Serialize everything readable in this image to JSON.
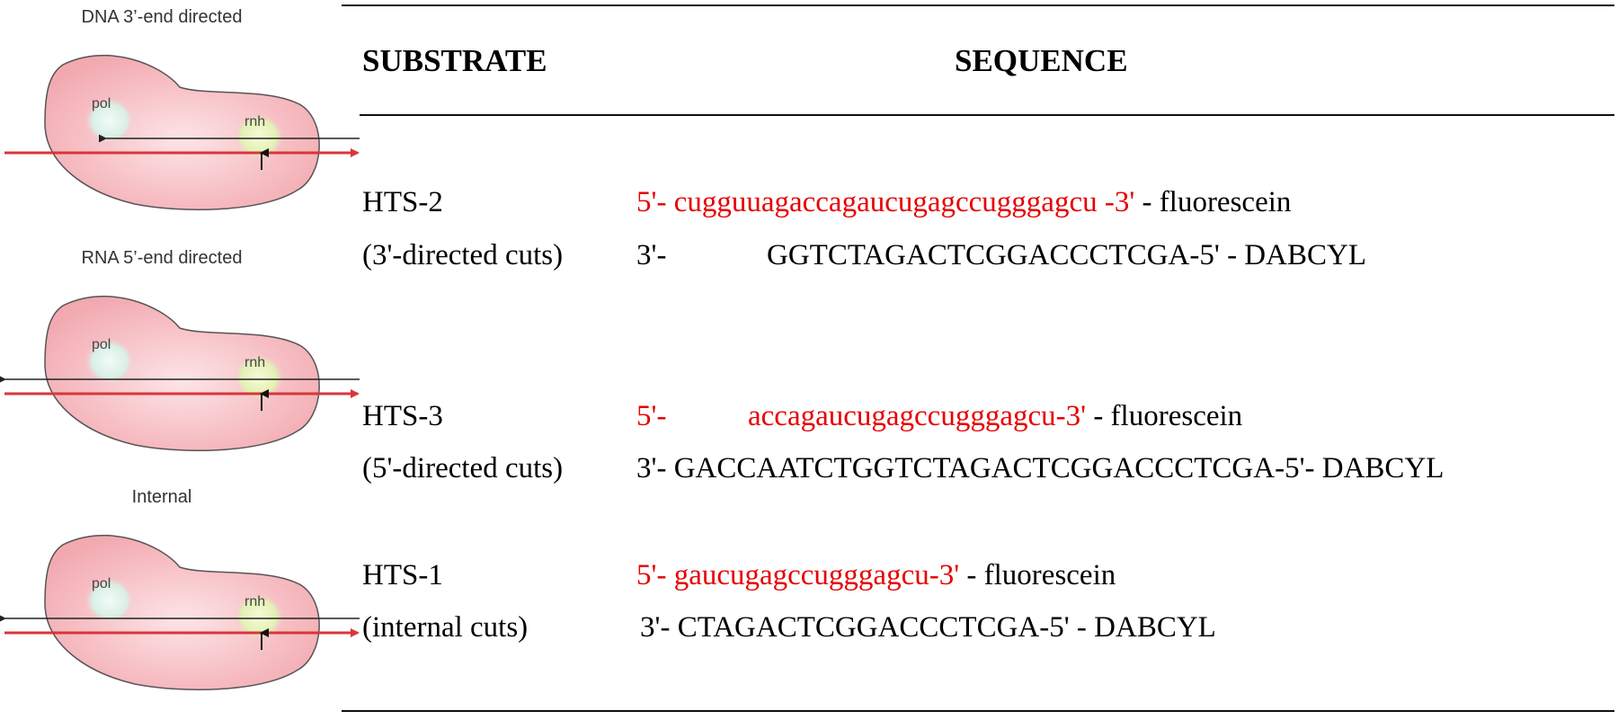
{
  "panels": [
    {
      "title": "DNA 3’-end directed",
      "pol_label": "pol",
      "rnh_label": "rnh"
    },
    {
      "title": "RNA 5’-end directed",
      "pol_label": "pol",
      "rnh_label": "rnh"
    },
    {
      "title": "Internal",
      "pol_label": "pol",
      "rnh_label": "rnh"
    }
  ],
  "table": {
    "headers": {
      "substrate": "SUBSTRATE",
      "sequence": "SEQUENCE"
    },
    "rows": [
      {
        "name": "HTS-2",
        "cut": "(3'-directed cuts)",
        "rna_prefix": "5'- ",
        "rna_seq": "cugguuagaccagaucugagccugggagcu -3'",
        "rna_suffix": " - fluorescein",
        "dna_prefix": "3'-",
        "dna_seq": "GGTCTAGACTCGGACCCTCGA-5' - DABCYL"
      },
      {
        "name": "HTS-3",
        "cut": "(5'-directed cuts)",
        "rna_prefix": "5'-",
        "rna_seq": "accagaucugagccugggagcu-3'",
        "rna_suffix": " - fluorescein",
        "dna_prefix": "3'- ",
        "dna_seq": "GACCAATCTGGTCTAGACTCGGACCCTCGA-5'- DABCYL"
      },
      {
        "name": "HTS-1",
        "cut": "(internal cuts)",
        "rna_prefix": "5'- ",
        "rna_seq": "gaucugagccugggagcu-3'",
        "rna_suffix": " - fluorescein",
        "dna_prefix": "3'- ",
        "dna_seq": "CTAGACTCGGACCCTCGA-5' - DABCYL"
      }
    ]
  },
  "colors": {
    "rna_red": "#e60000",
    "blob_fill": "#f5b8bd",
    "blob_stroke": "#555555",
    "arrow_red": "#d9363a"
  }
}
